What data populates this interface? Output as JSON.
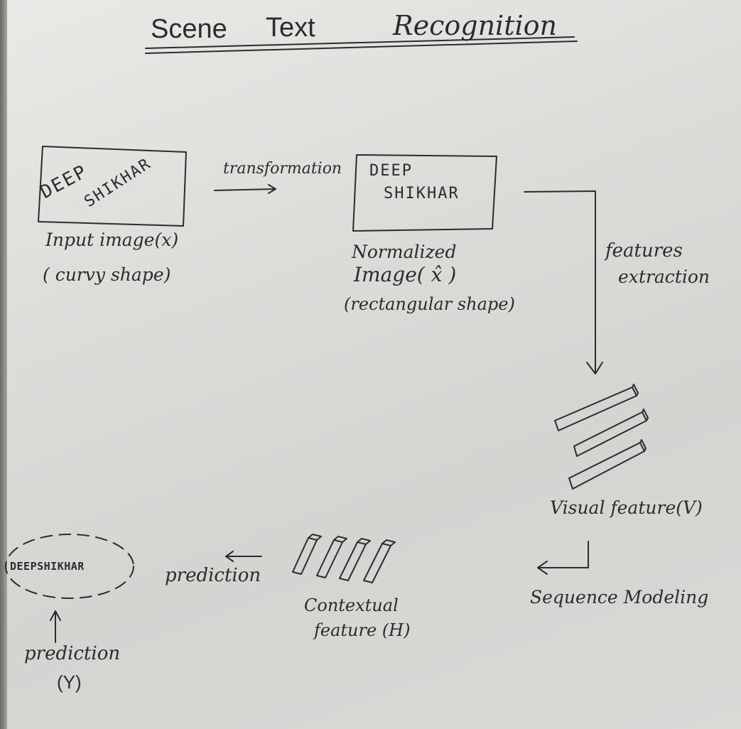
{
  "title": {
    "words": [
      "Scene",
      "Text",
      "Recognition"
    ]
  },
  "input_stage": {
    "box_word_1": "DEEP",
    "box_word_2": "SHIKHAR",
    "label_line1": "Input image(x)",
    "label_line2": "( curvy shape)"
  },
  "arrow_transformation": {
    "label": "transformation"
  },
  "normalized_stage": {
    "box_word_1": "DEEP",
    "box_word_2": "SHIKHAR",
    "label_line1": "Normalized",
    "label_line2": "Image( x̂ )",
    "label_line3": "(rectangular shape)"
  },
  "arrow_features": {
    "label_line1": "features",
    "label_line2": "extraction"
  },
  "visual_feature": {
    "label": "Visual feature(V)"
  },
  "arrow_sequence": {
    "label": "Sequence Modeling"
  },
  "contextual_feature": {
    "label_line1": "Contextual",
    "label_line2": "feature (H)"
  },
  "arrow_prediction": {
    "label": "prediction"
  },
  "output_stage": {
    "text": "DEEPSHIKHAR",
    "label_line1": "prediction",
    "label_line2": "(Y)"
  }
}
